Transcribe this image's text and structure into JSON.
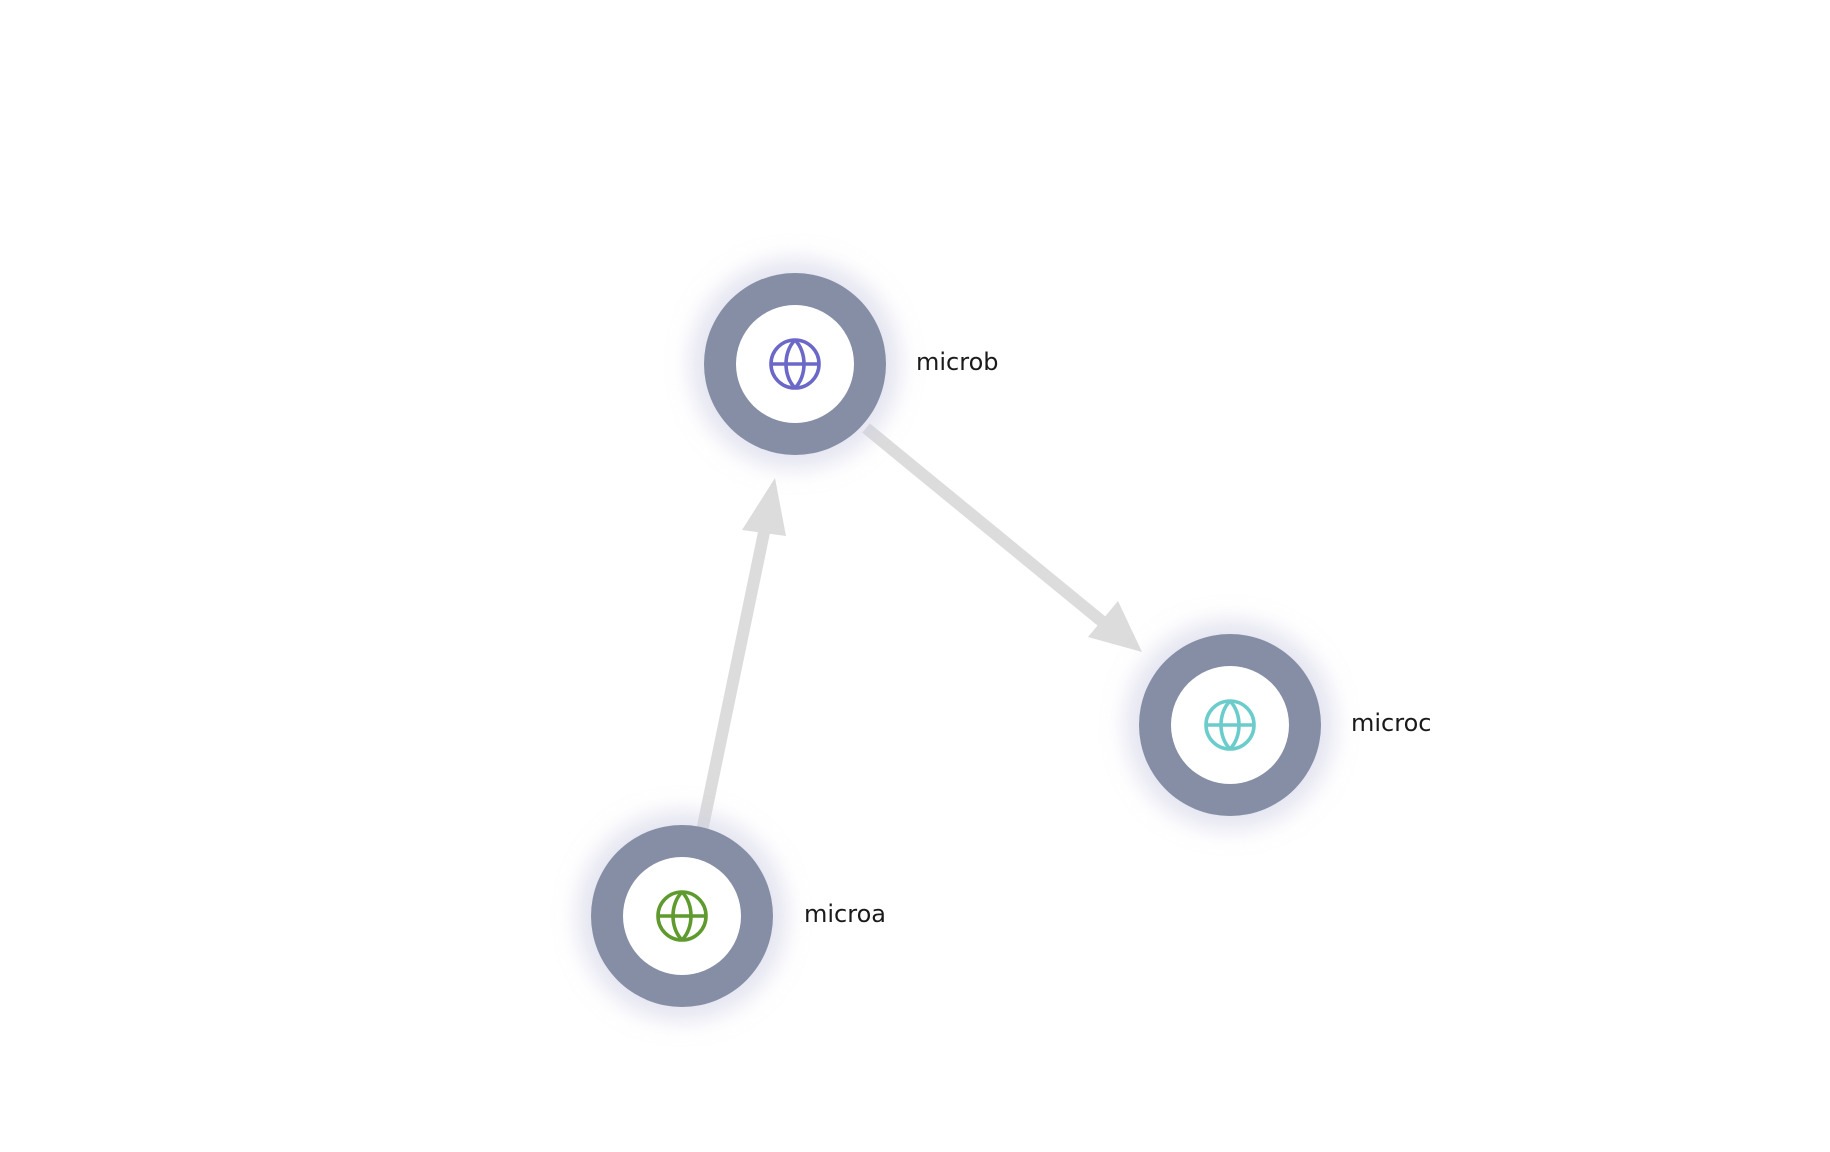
{
  "nodes": [
    {
      "id": "microb",
      "label": "microb",
      "icon": "globe-icon",
      "icon_color": "#6b68c7"
    },
    {
      "id": "microc",
      "label": "microc",
      "icon": "globe-icon",
      "icon_color": "#6ccccc"
    },
    {
      "id": "microa",
      "label": "microa",
      "icon": "globe-icon",
      "icon_color": "#5e9a2e"
    }
  ],
  "edges": [
    {
      "from": "microa",
      "to": "microb"
    },
    {
      "from": "microb",
      "to": "microc"
    }
  ],
  "colors": {
    "node_ring": "#868ea6",
    "node_center": "#ffffff",
    "edge": "#dcdcdc",
    "label": "#1a1a1a"
  }
}
